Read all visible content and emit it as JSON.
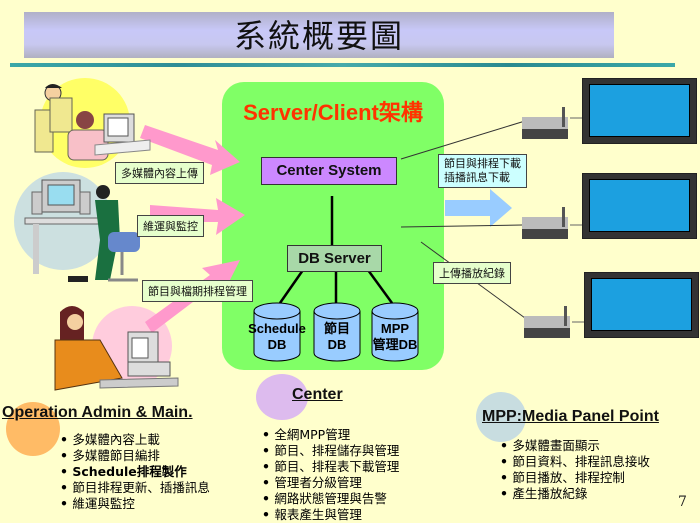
{
  "title": "系統概要圖",
  "server_panel": {
    "title": "Server/Client架構",
    "center_system": "Center System",
    "db_server": "DB Server",
    "databases": [
      {
        "line1": "Schedule",
        "line2": "DB"
      },
      {
        "line1": "節目",
        "line2": "DB"
      },
      {
        "line1": "MPP",
        "line2": "管理DB"
      }
    ]
  },
  "client_labels": {
    "upload": "多媒體內容上傳",
    "maintenance": "維運與監控",
    "schedule_mgmt": "節目與檔期排程管理"
  },
  "mpp_labels": {
    "download_line1": "節目與排程下載",
    "download_line2": "插播訊息下載",
    "upload_log": "上傳播放紀錄"
  },
  "sections": {
    "operation": {
      "title": "Operation Admin & Main.",
      "items": [
        "多媒體內容上載",
        "多媒體節目編排",
        "Schedule排程製作",
        "節目排程更新、插播訊息",
        "維運與監控"
      ]
    },
    "center": {
      "title": "Center",
      "items": [
        "全網MPP管理",
        "節目、排程儲存與管理",
        "節目、排程表下載管理",
        "管理者分級管理",
        "網路狀態管理與告警",
        "報表產生與管理"
      ]
    },
    "mpp": {
      "title": "MPP:Media Panel Point",
      "items": [
        "多媒體畫面顯示",
        "節目資料、排程訊息接收",
        "節目播放、排程控制",
        "產生播放紀錄"
      ]
    }
  },
  "page_number": "7",
  "colors": {
    "background": "#ffffcc",
    "server_panel": "#80ff66",
    "server_title": "#ff3300",
    "center_system": "#cc88ff",
    "db_server": "#a8d8a8",
    "db_cylinder": "#99ccff",
    "arrow_pink": "#ff99cc",
    "arrow_blue": "#99ccff",
    "screen": "#1ca0e0"
  }
}
